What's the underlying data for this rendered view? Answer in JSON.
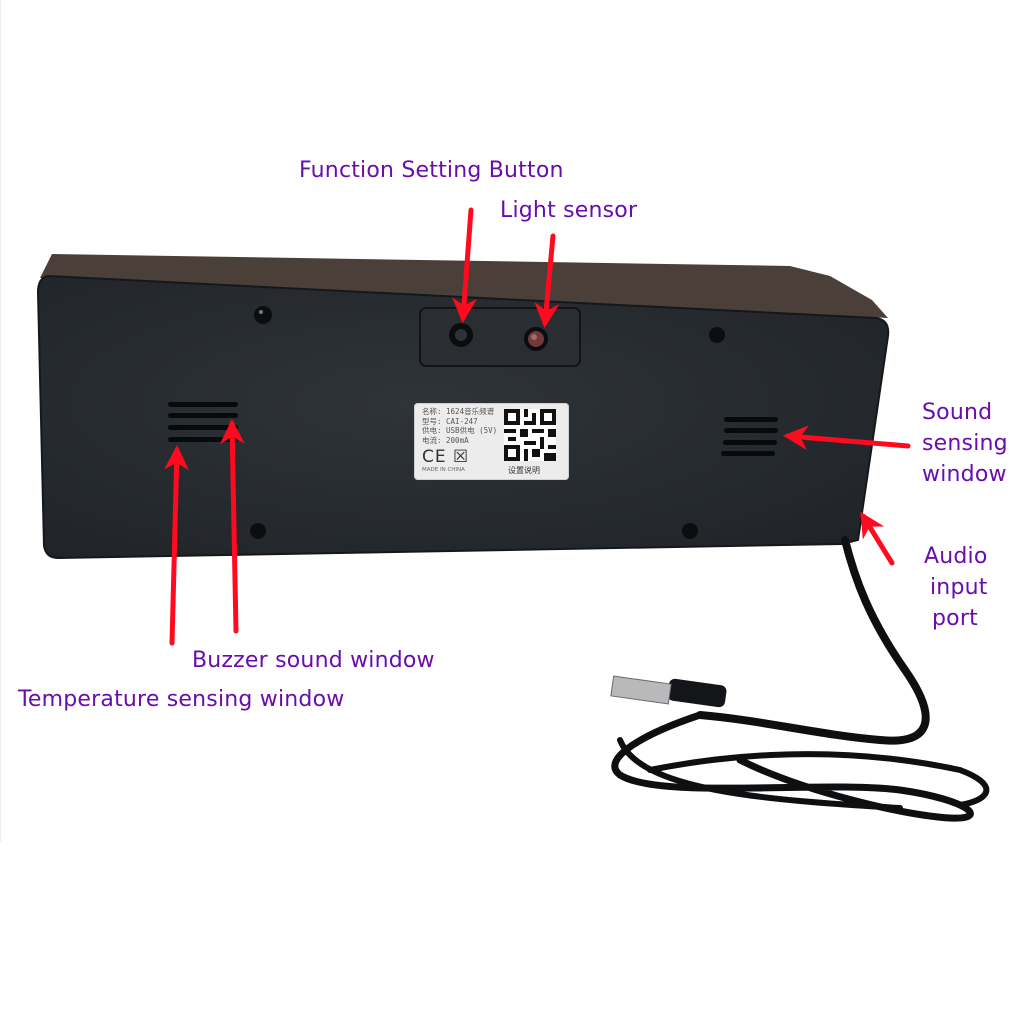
{
  "figure": {
    "type": "annotated product photo",
    "subject": "rear panel of LED music spectrum display device with USB cable",
    "background": "#ffffff",
    "colors": {
      "caption_text": "#6a0dad",
      "arrow": "#ff0a1e",
      "device_body": "#25292d",
      "device_top_edge": "#4a3f38",
      "sticker": "#ececec"
    }
  },
  "annotations": [
    {
      "id": "function-setting-button",
      "label": "Function Setting Button"
    },
    {
      "id": "light-sensor",
      "label": "Light sensor"
    },
    {
      "id": "sound-sensing-window",
      "label_lines": [
        "Sound",
        "sensing",
        "window"
      ]
    },
    {
      "id": "audio-input-port",
      "label_lines": [
        "Audio",
        "input",
        "port"
      ]
    },
    {
      "id": "buzzer-sound-window",
      "label": "Buzzer sound window"
    },
    {
      "id": "temperature-sensing-window",
      "label": "Temperature sensing window"
    }
  ],
  "sticker": {
    "specs": [
      "名称: 1624音乐频谱",
      "型号: CAI-247",
      "供电: USB供电 (5V)",
      "电流: 200mA"
    ],
    "marks": "CE ☒",
    "made_in": "MADE IN CHINA",
    "qr_caption": "设置说明"
  }
}
